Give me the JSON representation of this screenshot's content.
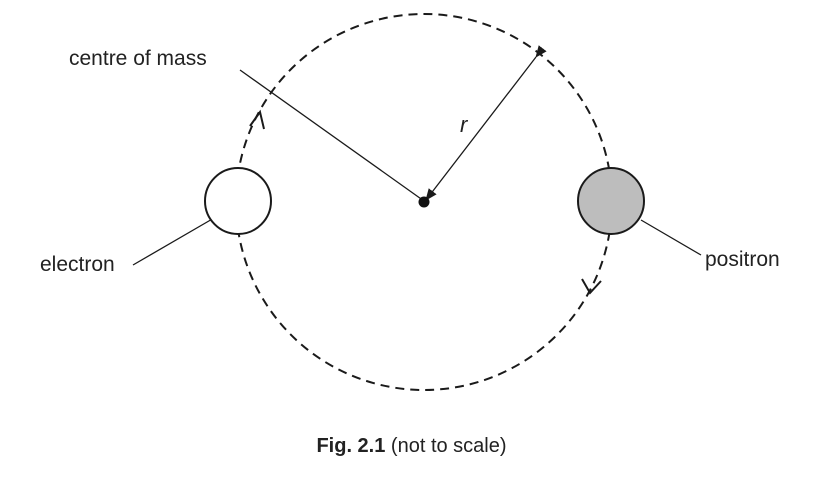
{
  "labels": {
    "centre_of_mass": "centre of mass",
    "radius": "r",
    "electron": "electron",
    "positron": "positron"
  },
  "caption": {
    "fig": "Fig. 2.1",
    "note": "(not to scale)"
  },
  "colors": {
    "electron_fill": "#ffffff",
    "positron_fill": "#bdbdbd",
    "stroke": "#1a1a1a"
  }
}
